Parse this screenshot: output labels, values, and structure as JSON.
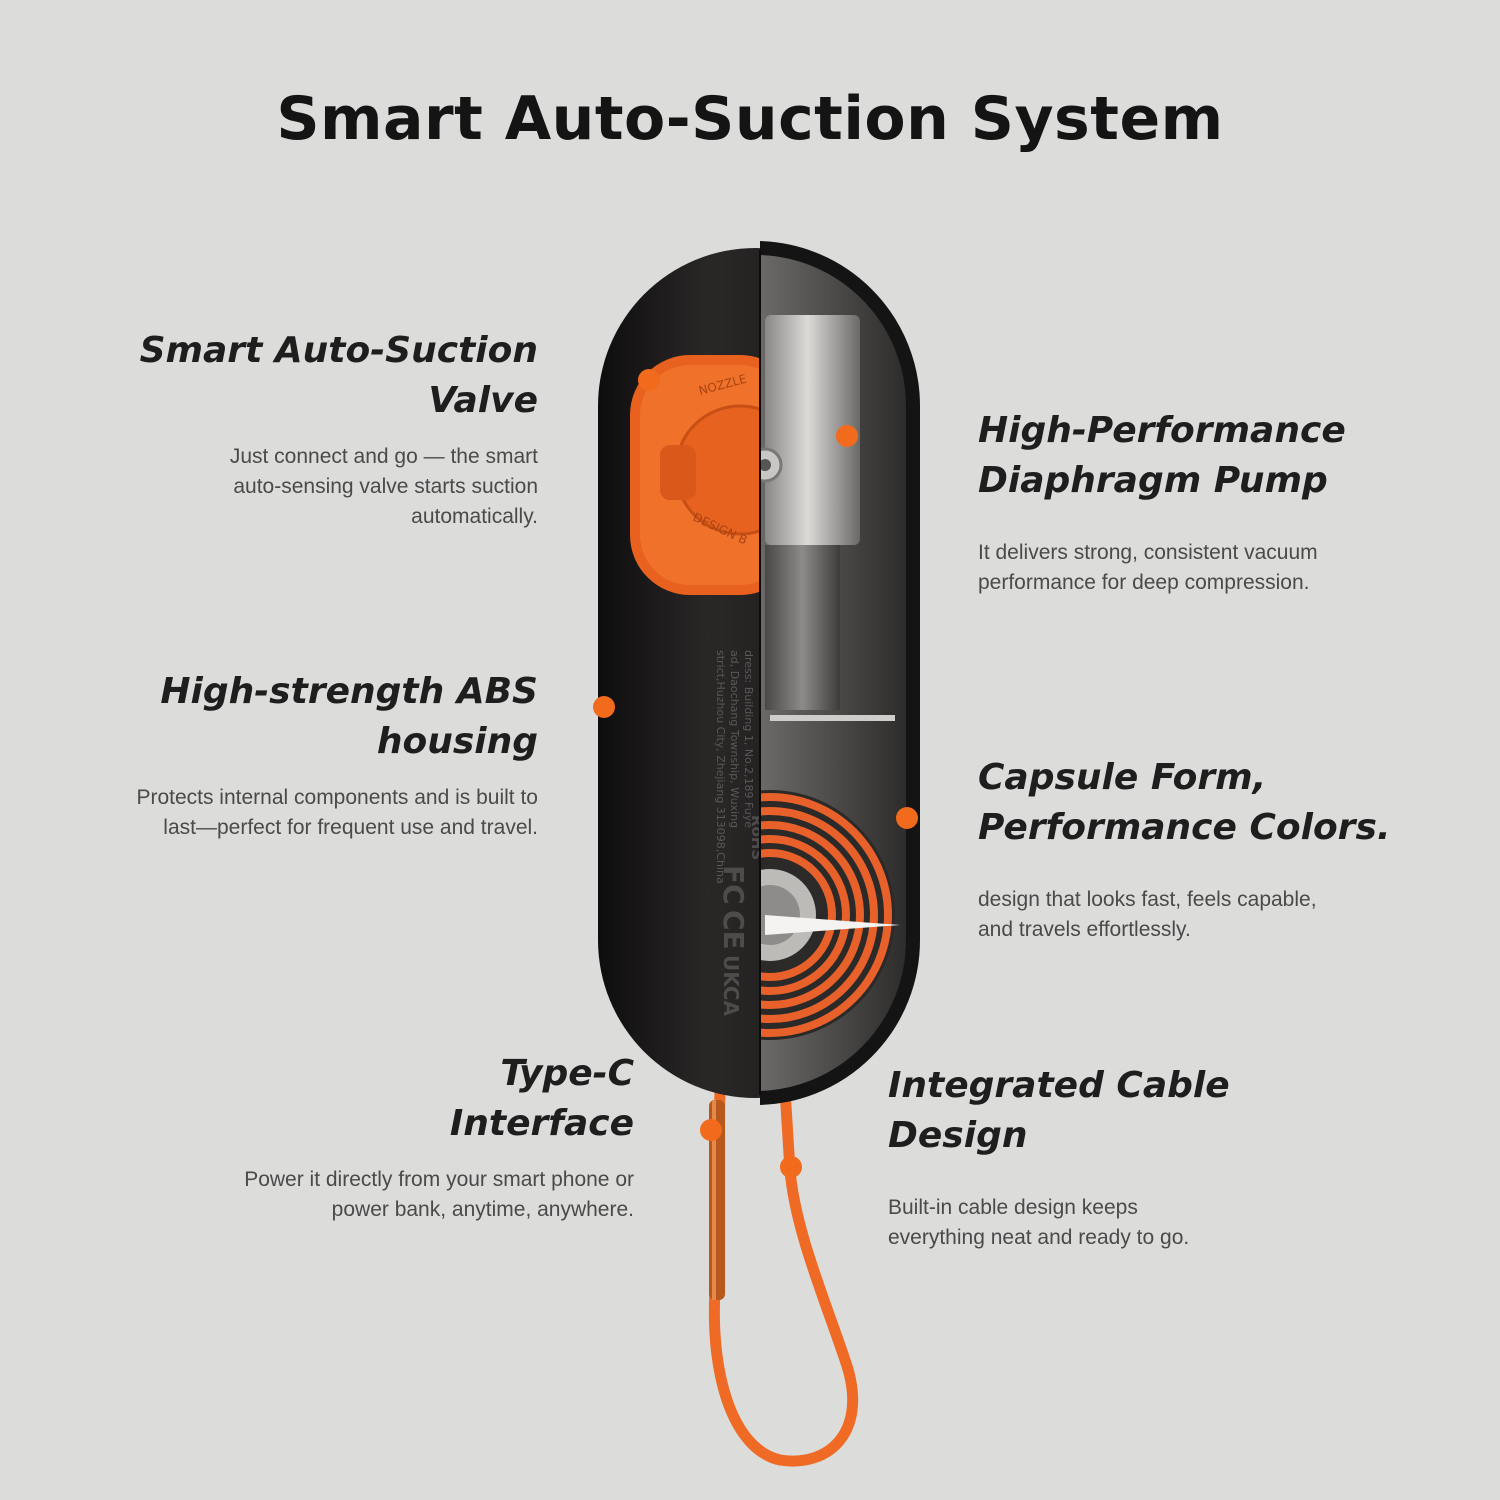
{
  "title": "Smart Auto-Suction System",
  "features": {
    "valve": {
      "heading_line1": "Smart Auto-Suction",
      "heading_line2": "Valve",
      "desc_line1": "Just connect and go — the smart",
      "desc_line2": "auto-sensing valve starts suction",
      "desc_line3": "automatically."
    },
    "housing": {
      "heading_line1": "High-strength ABS",
      "heading_line2": "housing",
      "desc_line1": "Protects internal components and is built to",
      "desc_line2": "last—perfect for frequent use and travel."
    },
    "typec": {
      "heading_line1": "Type-C",
      "heading_line2": "Interface",
      "desc_line1": "Power it directly from your smart phone or",
      "desc_line2": "power bank, anytime, anywhere."
    },
    "pump": {
      "heading_line1": "High-Performance",
      "heading_line2": "Diaphragm Pump",
      "desc_line1": "It delivers strong, consistent vacuum",
      "desc_line2": "performance for deep compression."
    },
    "capsule": {
      "heading_line1": "Capsule Form,",
      "heading_line2": "Performance Colors.",
      "desc_line1": "design that looks fast, feels capable,",
      "desc_line2": "and travels effortlessly."
    },
    "cable": {
      "heading_line1": "Integrated Cable",
      "heading_line2": "Design",
      "desc_line1": "Built-in cable design keeps",
      "desc_line2": "everything neat and ready to go."
    }
  },
  "device_text": {
    "nozzle_mark": "NOZZLE",
    "design_mark": "DESIGN B",
    "rohs": "RoHS",
    "fc": "FC",
    "ce": "CE",
    "ukca": "UKCA",
    "addr_1": "dress: Building 1, No.2,189 Fuye",
    "addr_2": "ad, Daochang Township, Wuxing",
    "addr_3": "strict,Huzhou City, Zhejiang 313098,China"
  },
  "colors": {
    "accent": "#f26a1b",
    "body": "#1c1a1a",
    "background": "#dcdcdb"
  }
}
